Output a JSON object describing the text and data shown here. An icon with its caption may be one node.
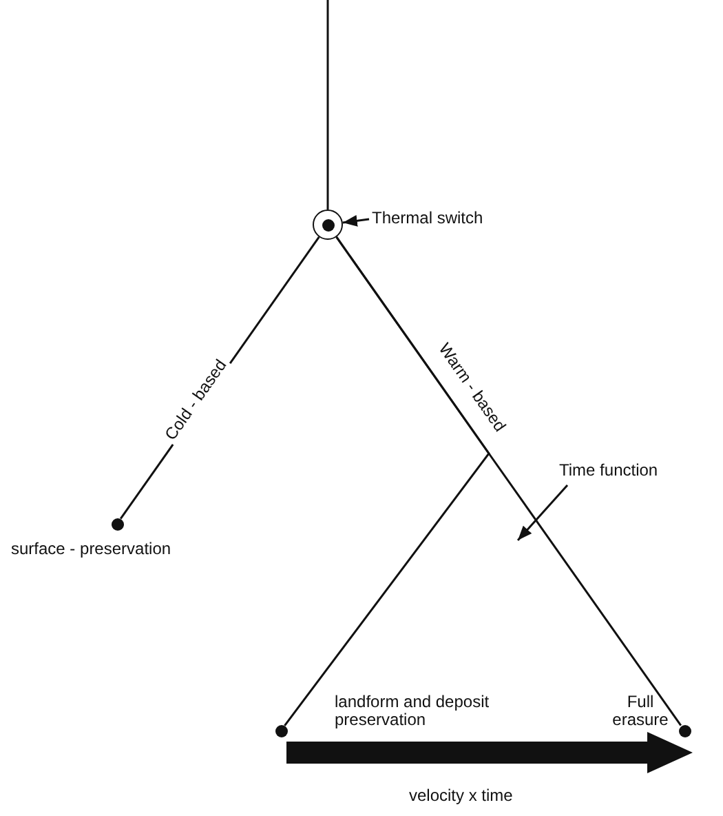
{
  "diagram": {
    "nodes": [
      {
        "text": [],
        "shape": "circle"
      },
      {
        "text": [
          "Thermal switch"
        ]
      },
      {
        "text": [],
        "shape": "circle",
        "beside": [
          "surface - preservation"
        ]
      },
      {
        "text": [],
        "shape": "circle",
        "beside": [
          "landform and deposit preservation"
        ]
      },
      {
        "text": [],
        "shape": "circle",
        "beside": [
          "Full erasure"
        ]
      },
      {
        "text": [
          "Time function"
        ]
      }
    ],
    "edges": [
      {
        "from": null,
        "to": 0,
        "arrow": "none"
      },
      {
        "from": 1,
        "to": 0,
        "arrow": "to"
      },
      {
        "from": 0,
        "to": 2,
        "arrow": "none",
        "label": "Cold - based"
      },
      {
        "from": 0,
        "to": 4,
        "arrow": "none",
        "label": "Warm - based"
      },
      {
        "from": 0,
        "to": 3,
        "arrow": "none"
      },
      {
        "from": 5,
        "to": null,
        "arrow": "to"
      }
    ],
    "labels": [
      "velocity x time"
    ]
  }
}
